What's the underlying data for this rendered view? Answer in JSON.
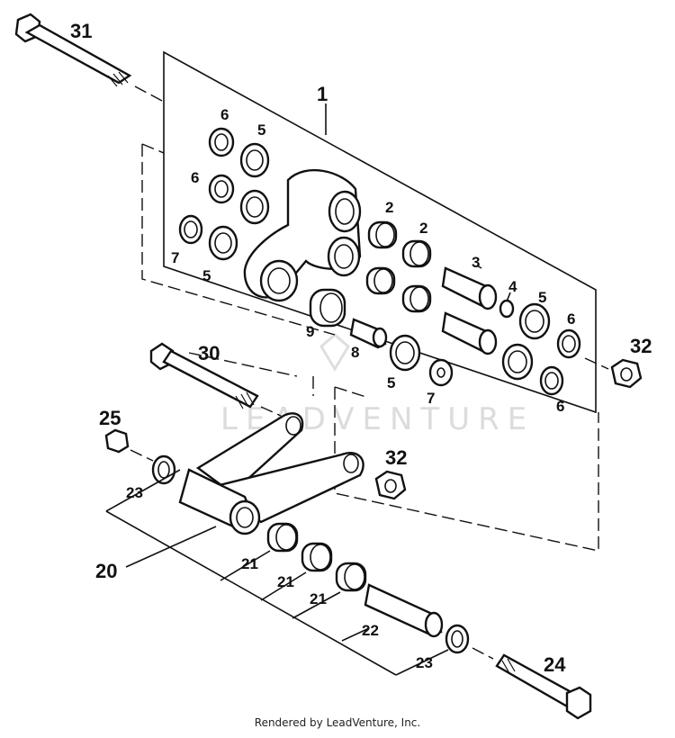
{
  "diagram": {
    "callouts": {
      "c1": "1",
      "c2a": "2",
      "c2b": "2",
      "c3": "3",
      "c4": "4",
      "c5a": "5",
      "c5b": "5",
      "c5c": "5",
      "c5d": "5",
      "c6a": "6",
      "c6b": "6",
      "c6c": "6",
      "c6d": "6",
      "c7a": "7",
      "c7b": "7",
      "c8": "8",
      "c9": "9",
      "c20": "20",
      "c21a": "21",
      "c21b": "21",
      "c21c": "21",
      "c22": "22",
      "c23a": "23",
      "c23b": "23",
      "c24": "24",
      "c25": "25",
      "c30": "30",
      "c31": "31",
      "c32a": "32",
      "c32b": "32"
    },
    "watermark": "LEADVENTURE",
    "footer": "Rendered by LeadVenture, Inc."
  }
}
